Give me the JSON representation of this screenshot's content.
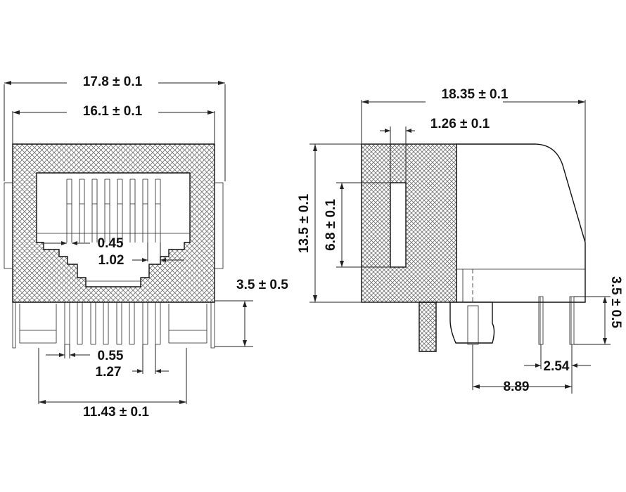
{
  "front_view": {
    "overall_width": "17.8 ± 0.1",
    "inner_width": "16.1 ± 0.1",
    "contact_width": "0.45",
    "contact_pitch": "1.02",
    "pin_height": "3.5 ± 0.5",
    "pin_width": "0.55",
    "pin_pitch": "1.27",
    "pin_span": "11.43 ± 0.1"
  },
  "side_view": {
    "overall_depth": "18.35 ± 0.1",
    "slot_width": "1.26 ± 0.1",
    "body_height": "13.5 ± 0.1",
    "slot_height": "6.8 ± 0.1",
    "pin_height": "3.5 ± 0.5",
    "pin_pitch": "2.54",
    "pin_offset": "8.89"
  },
  "colors": {
    "line": "#222222",
    "hatch": "#777777",
    "background": "#ffffff"
  }
}
